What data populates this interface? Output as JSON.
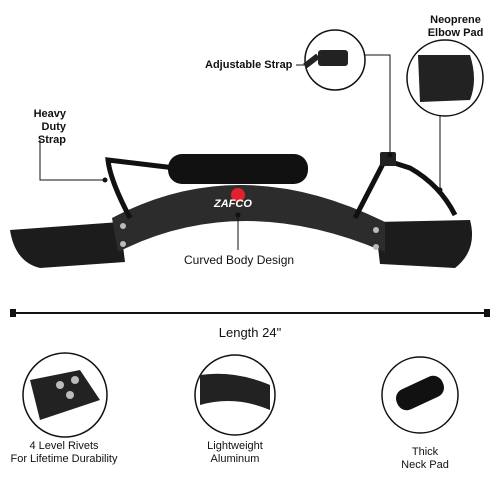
{
  "callouts": {
    "heavy_duty_strap": [
      "Heavy Duty",
      "Strap"
    ],
    "adjustable_strap": "Adjustable Strap",
    "neoprene_elbow_pad": [
      "Neoprene",
      "Elbow Pad"
    ],
    "curved_body_design": "Curved Body Design"
  },
  "brand": {
    "logo_text": "ZAFCO",
    "logo_accent": "#e1222e"
  },
  "dimension": {
    "label": "Length 24\""
  },
  "details": {
    "rivets": [
      "4 Level Rivets",
      "For Lifetime Durability"
    ],
    "aluminum": [
      "Lightweight",
      "Aluminum"
    ],
    "neck_pad": [
      "Thick",
      "Neck Pad"
    ]
  },
  "colors": {
    "bar": "#2a2a2a",
    "pad": "#1c1c1c",
    "accent": "#e1222e"
  }
}
